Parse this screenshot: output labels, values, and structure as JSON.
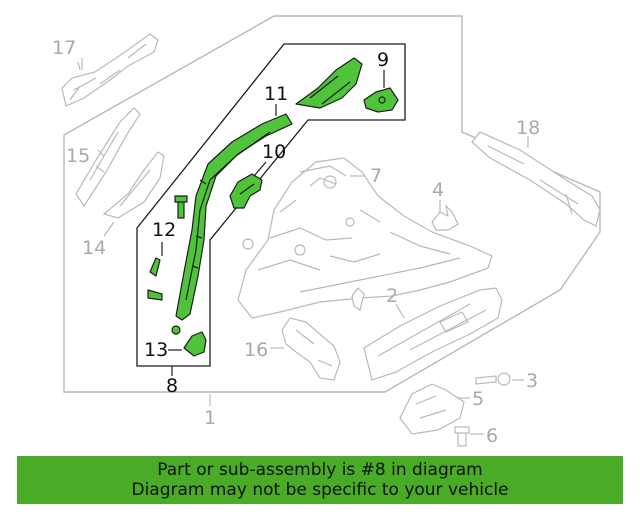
{
  "callouts": {
    "c1": "1",
    "c2": "2",
    "c3": "3",
    "c4": "4",
    "c5": "5",
    "c6": "6",
    "c7": "7",
    "c8": "8",
    "c9": "9",
    "c10": "10",
    "c11": "11",
    "c12": "12",
    "c13": "13",
    "c14": "14",
    "c15": "15",
    "c16": "16",
    "c17": "17",
    "c18": "18"
  },
  "highlighted_part": "8",
  "colors": {
    "highlight": "#4fc33a",
    "banner": "#4aab26",
    "outline": "#1d1d1d",
    "faded": "#b9b9b9"
  },
  "banner": {
    "line1": "Part or sub-assembly is #8 in diagram",
    "line2": "Diagram may not be specific to your vehicle"
  }
}
